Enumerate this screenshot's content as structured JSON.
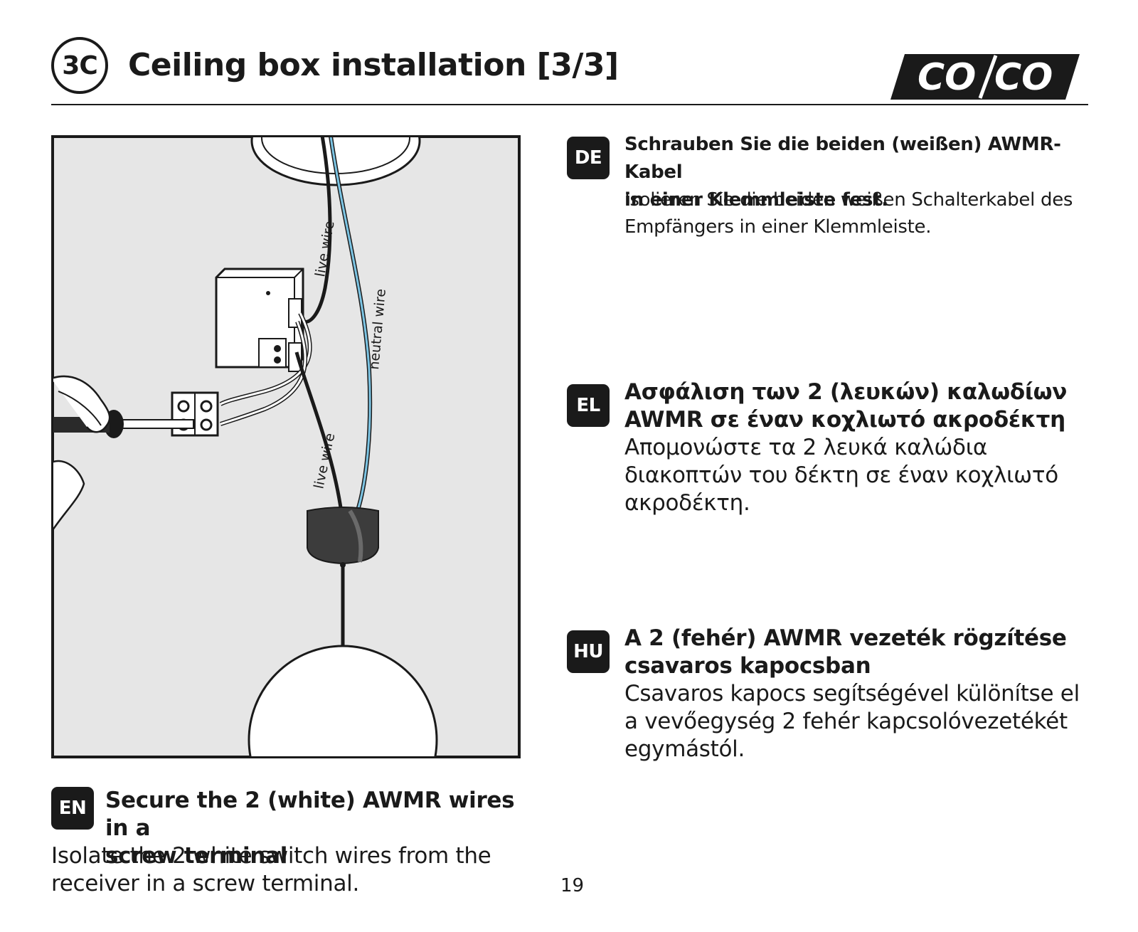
{
  "header": {
    "step": "3C",
    "title": "Ceiling box installation [3/3]",
    "logo_text": "CO/CO"
  },
  "figure": {
    "labels": {
      "live_wire_top": "live wire",
      "neutral_wire": "neutral wire",
      "live_wire_bottom": "live wire"
    },
    "colors": {
      "background": "#e6e6e6",
      "neutral": "#7cc4e3",
      "wire": "#1a1a1a",
      "rose": "#3c3c3c"
    }
  },
  "sections": {
    "de": {
      "lang": "DE",
      "title": "Schrauben Sie die beiden (weißen) AWMR-Kabel\nin einer Klemmleiste fest.",
      "body": "Isolieren Sie die beiden weißen Schalterkabel des\nEmpfängers in einer Klemmleiste."
    },
    "el": {
      "lang": "EL",
      "title": "Ασφάλιση των 2 (λευκών) καλωδίων\nAWMR σε έναν κοχλιωτό ακροδέκτη",
      "body": "Απομονώστε τα 2 λευκά καλώδια\nδιακοπτών του δέκτη σε έναν κοχλιωτό\nακροδέκτη."
    },
    "hu": {
      "lang": "HU",
      "title": "A 2 (fehér) AWMR vezeték rögzítése\ncsavaros kapocsban",
      "body": "Csavaros kapocs segítségével különítse el\na vevőegység 2 fehér kapcsolóvezetékét\negymástól."
    },
    "en": {
      "lang": "EN",
      "title": "Secure the 2 (white) AWMR wires in a\nscrew terminal",
      "body": "Isolate the 2 white switch wires from the\nreceiver in a screw terminal."
    }
  },
  "footer": {
    "page_number": "19"
  }
}
